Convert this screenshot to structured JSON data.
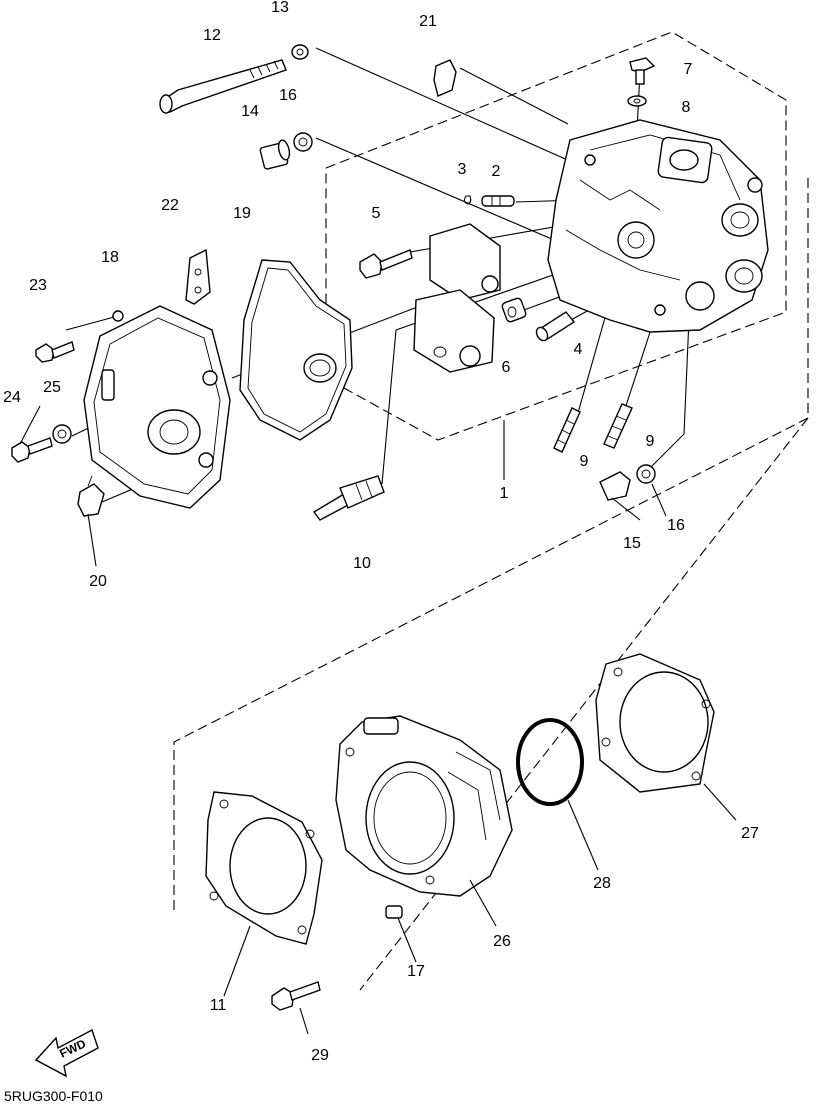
{
  "figure_code": "5RUG300-F010",
  "fwd_label": "FWD",
  "callouts": {
    "p1": "1",
    "p2": "2",
    "p3": "3",
    "p4": "4",
    "p5": "5",
    "p6": "6",
    "p7": "7",
    "p8": "8",
    "p9a": "9",
    "p9b": "9",
    "p10": "10",
    "p11": "11",
    "p12": "12",
    "p13": "13",
    "p14": "14",
    "p15": "15",
    "p16a": "16",
    "p16b": "16",
    "p17": "17",
    "p18": "18",
    "p19": "19",
    "p20": "20",
    "p21": "21",
    "p22": "22",
    "p23": "23",
    "p24": "24",
    "p25": "25",
    "p26": "26",
    "p27": "27",
    "p28": "28",
    "p29": "29"
  }
}
